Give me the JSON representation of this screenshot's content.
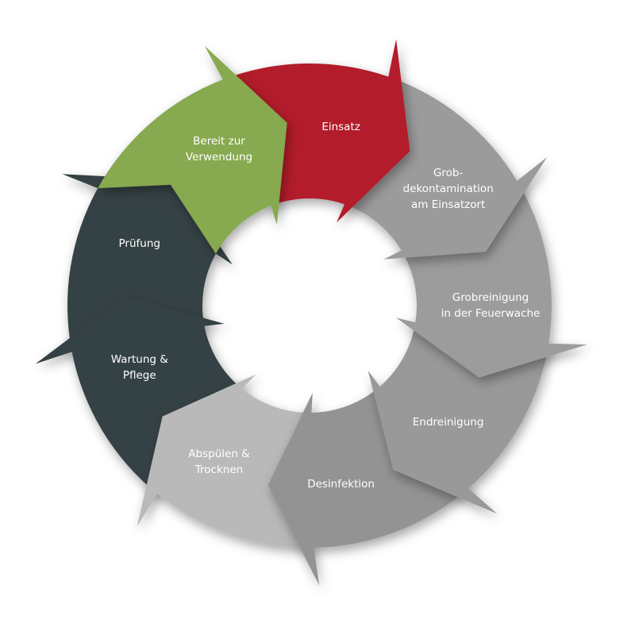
{
  "segments": [
    {
      "lines": [
        "Einsatz"
      ],
      "color": "#b31e2c"
    },
    {
      "lines": [
        "Grob-",
        "dekontamination",
        "am Einsatzort"
      ],
      "color": "#9b9b9b"
    },
    {
      "lines": [
        "Grobreinigung",
        "in der Feuerwache"
      ],
      "color": "#9c9c9c"
    },
    {
      "lines": [
        "Endreinigung"
      ],
      "color": "#999999"
    },
    {
      "lines": [
        "Desinfektion"
      ],
      "color": "#939393"
    },
    {
      "lines": [
        "Abspülen &",
        "Trocknen"
      ],
      "color": "#b9b9b9"
    },
    {
      "lines": [
        "Wartung &",
        "Pflege"
      ],
      "color": "#364244"
    },
    {
      "lines": [
        "Prüfung"
      ],
      "color": "#364244"
    },
    {
      "lines": [
        "Bereit zur",
        "Verwendung"
      ],
      "color": "#87a94f"
    }
  ]
}
